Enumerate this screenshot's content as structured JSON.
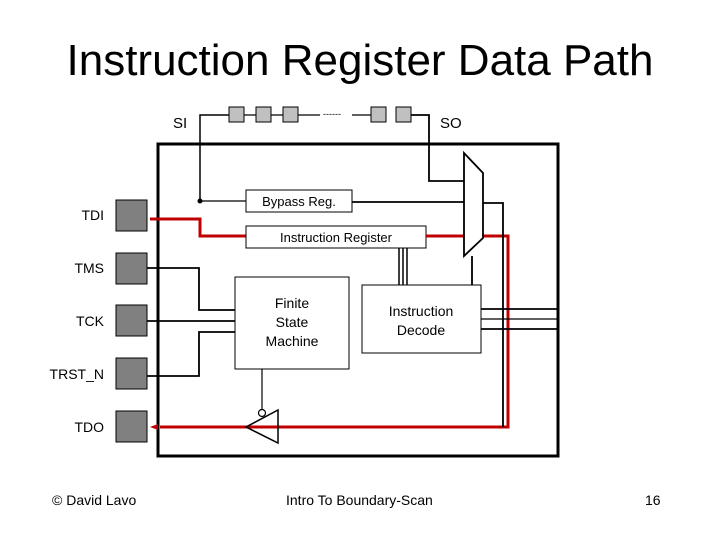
{
  "title": "Instruction Register Data Path",
  "scan_chain": {
    "si_label": "SI",
    "so_label": "SO",
    "ellipsis": "------"
  },
  "blocks": {
    "bypass": "Bypass Reg.",
    "instruction_register": "Instruction Register",
    "fsm": [
      "Finite",
      "State",
      "Machine"
    ],
    "decode": [
      "Instruction",
      "Decode"
    ]
  },
  "pins": [
    {
      "label": "TDI"
    },
    {
      "label": "TMS"
    },
    {
      "label": "TCK"
    },
    {
      "label": "TRST_N"
    },
    {
      "label": "TDO"
    }
  ],
  "colors": {
    "path": "#c00000",
    "pin": "#808080",
    "cell": "#c0c0c0"
  },
  "footer": {
    "left": "© David Lavo",
    "center": "Intro To Boundary-Scan",
    "page": "16"
  }
}
